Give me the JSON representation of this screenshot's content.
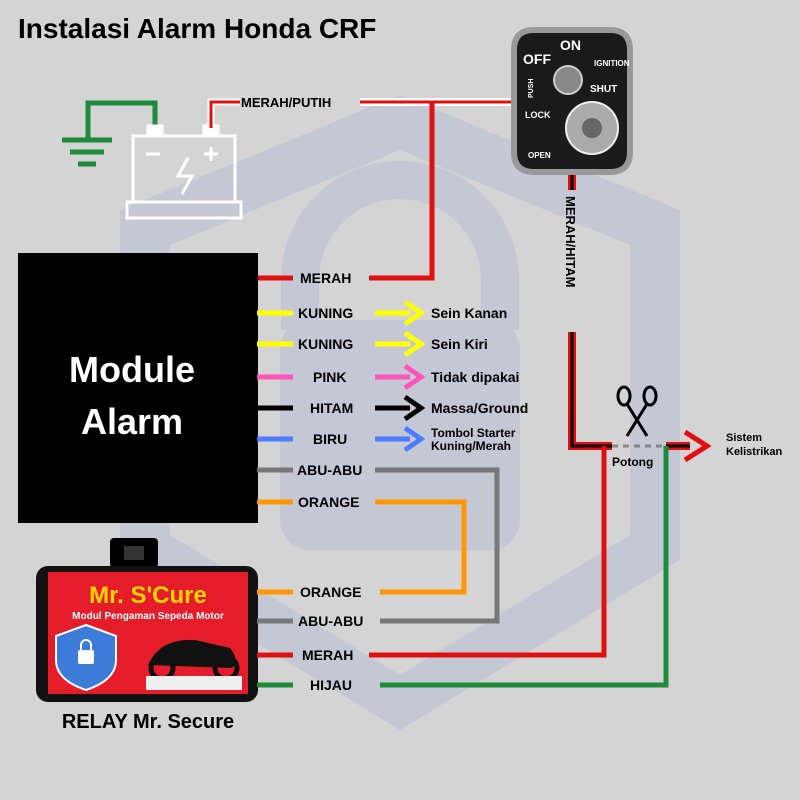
{
  "title": "Instalasi Alarm Honda CRF",
  "module_label_line1": "Module",
  "module_label_line2": "Alarm",
  "relay_caption": "RELAY Mr. Secure",
  "ignition_switch": {
    "off": "OFF",
    "on": "ON",
    "ignition": "IGNITION",
    "push": "PUSH",
    "shut": "SHUT",
    "lock": "LOCK",
    "open": "OPEN"
  },
  "relay_box": {
    "brand": "Mr. S'Cure",
    "subtitle": "Modul Pengaman Sepeda Motor"
  },
  "wires": {
    "battery_positive": "MERAH/PUTIH",
    "ignition_out": "MERAH/HITAM",
    "module_red": "MERAH",
    "yellow_1": "KUNING",
    "yellow_2": "KUNING",
    "pink": "PINK",
    "black": "HITAM",
    "blue": "BIRU",
    "gray_top": "ABU-ABU",
    "orange_top": "ORANGE",
    "orange_bottom": "ORANGE",
    "gray_bottom": "ABU-ABU",
    "relay_red": "MERAH",
    "relay_green": "HIJAU"
  },
  "destinations": {
    "yellow_1": "Sein Kanan",
    "yellow_2": "Sein Kiri",
    "pink": "Tidak dipakai",
    "black": "Massa/Ground",
    "blue_line1": "Tombol Starter",
    "blue_line2": "Kuning/Merah",
    "system_line1": "Sistem",
    "system_line2": "Kelistrikan",
    "cut": "Potong"
  },
  "colors": {
    "red": "#e01010",
    "yellow": "#ffff00",
    "pink": "#ff55bb",
    "blue": "#4d7cff",
    "gray": "#777777",
    "orange": "#ff9800",
    "green": "#1e8a3a",
    "black": "#000000"
  }
}
